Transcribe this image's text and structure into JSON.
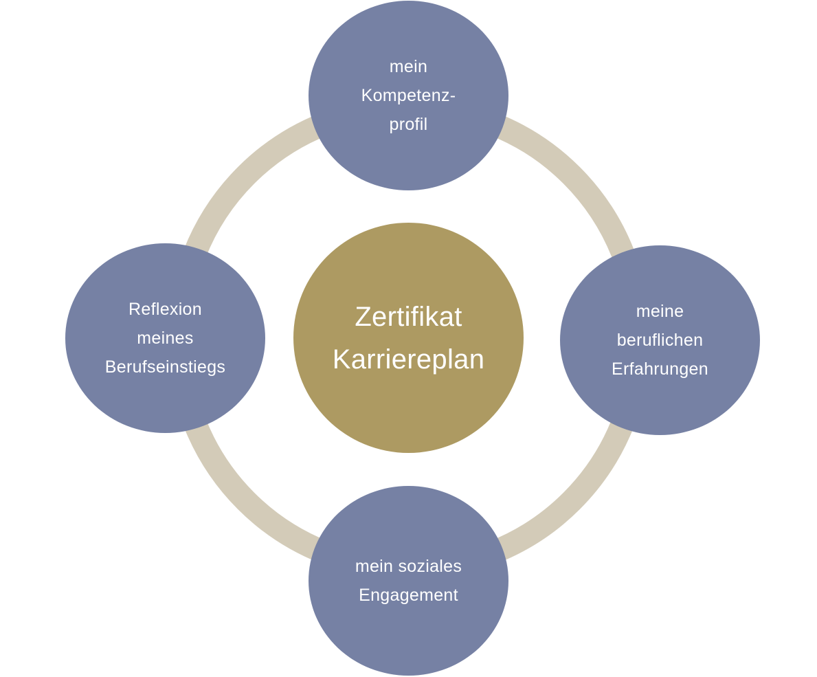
{
  "colors": {
    "ring": "#d3cbb8",
    "outer_node": "#7681a4",
    "center_node": "#ad9a62",
    "text": "#ffffff",
    "background": "#ffffff"
  },
  "center": {
    "lines": [
      "Zertifikat",
      "Karriereplan"
    ]
  },
  "nodes": {
    "top": {
      "lines": [
        "mein",
        "Kompetenz-",
        "profil"
      ]
    },
    "right": {
      "lines": [
        "meine",
        "beruflichen",
        "Erfahrungen"
      ]
    },
    "bottom": {
      "lines": [
        "mein soziales",
        "Engagement"
      ]
    },
    "left": {
      "lines": [
        "Reflexion",
        "meines",
        "Berufseinstiegs"
      ]
    }
  }
}
